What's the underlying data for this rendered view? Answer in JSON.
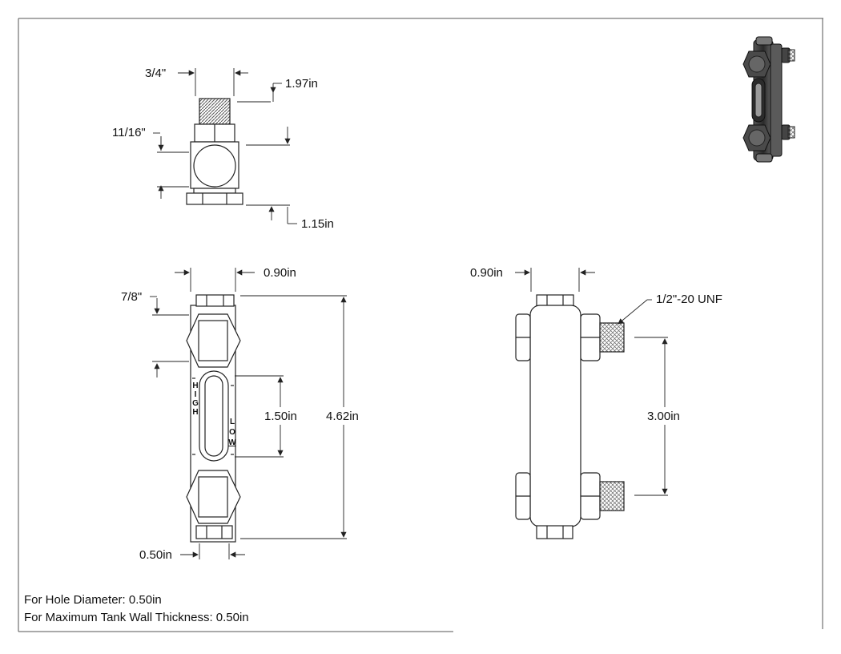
{
  "top_view": {
    "thread_size": "3/4\"",
    "height_label": "1.97in",
    "hex_label": "11/16\"",
    "bottom_label": "1.15in"
  },
  "front_view": {
    "width_label": "0.90in",
    "hex_label": "7/8\"",
    "window_label": "1.50in",
    "length_label": "4.62in",
    "bottom_label": "0.50in",
    "high_letters": [
      "H",
      "I",
      "G",
      "H"
    ],
    "low_letters": [
      "L",
      "O",
      "W"
    ]
  },
  "side_view": {
    "width_label": "0.90in",
    "thread_label": "1/2\"-20 UNF",
    "spacing_label": "3.00in"
  },
  "notes": {
    "hole_diameter": "For Hole Diameter: 0.50in",
    "wall_thickness": "For Maximum Tank Wall Thickness: 0.50in"
  },
  "colors": {
    "line": "#222222",
    "thread": "#555555",
    "render_body": "#3a3a3a"
  }
}
